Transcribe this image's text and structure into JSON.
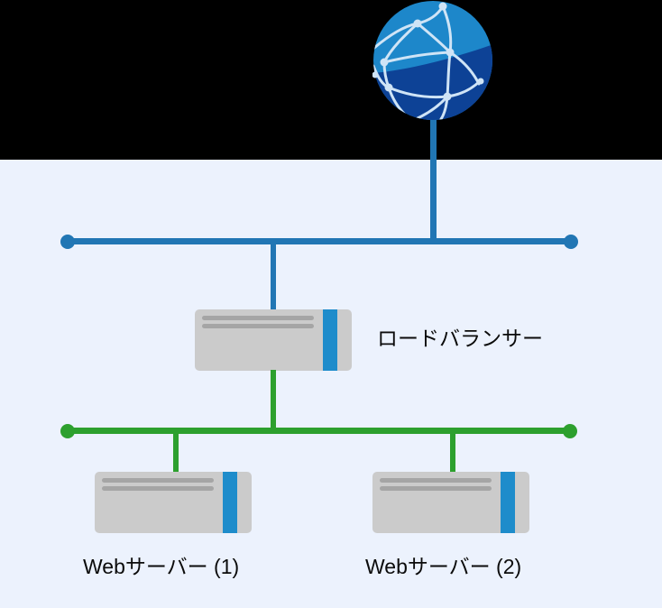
{
  "colors": {
    "band": "#000000",
    "canvas": "#ecf2fd",
    "blue-line": "#2176b4",
    "green-line": "#2da02e",
    "server-body": "#cbcbcb",
    "server-slot": "#a5a5a5",
    "server-stripe": "#1e8ccb",
    "globe-light": "#1d87ca",
    "globe-dark": "#0d4296",
    "globe-mesh": "#cfe4f6",
    "label-text": "#0b0b0b"
  },
  "diagram": {
    "internet": {
      "icon": "globe"
    },
    "external_network": {
      "color_name": "blue"
    },
    "internal_network": {
      "color_name": "green"
    },
    "load_balancer": {
      "label": "ロードバランサー"
    },
    "web_server_1": {
      "label": "Webサーバー (1)"
    },
    "web_server_2": {
      "label": "Webサーバー (2)"
    }
  }
}
